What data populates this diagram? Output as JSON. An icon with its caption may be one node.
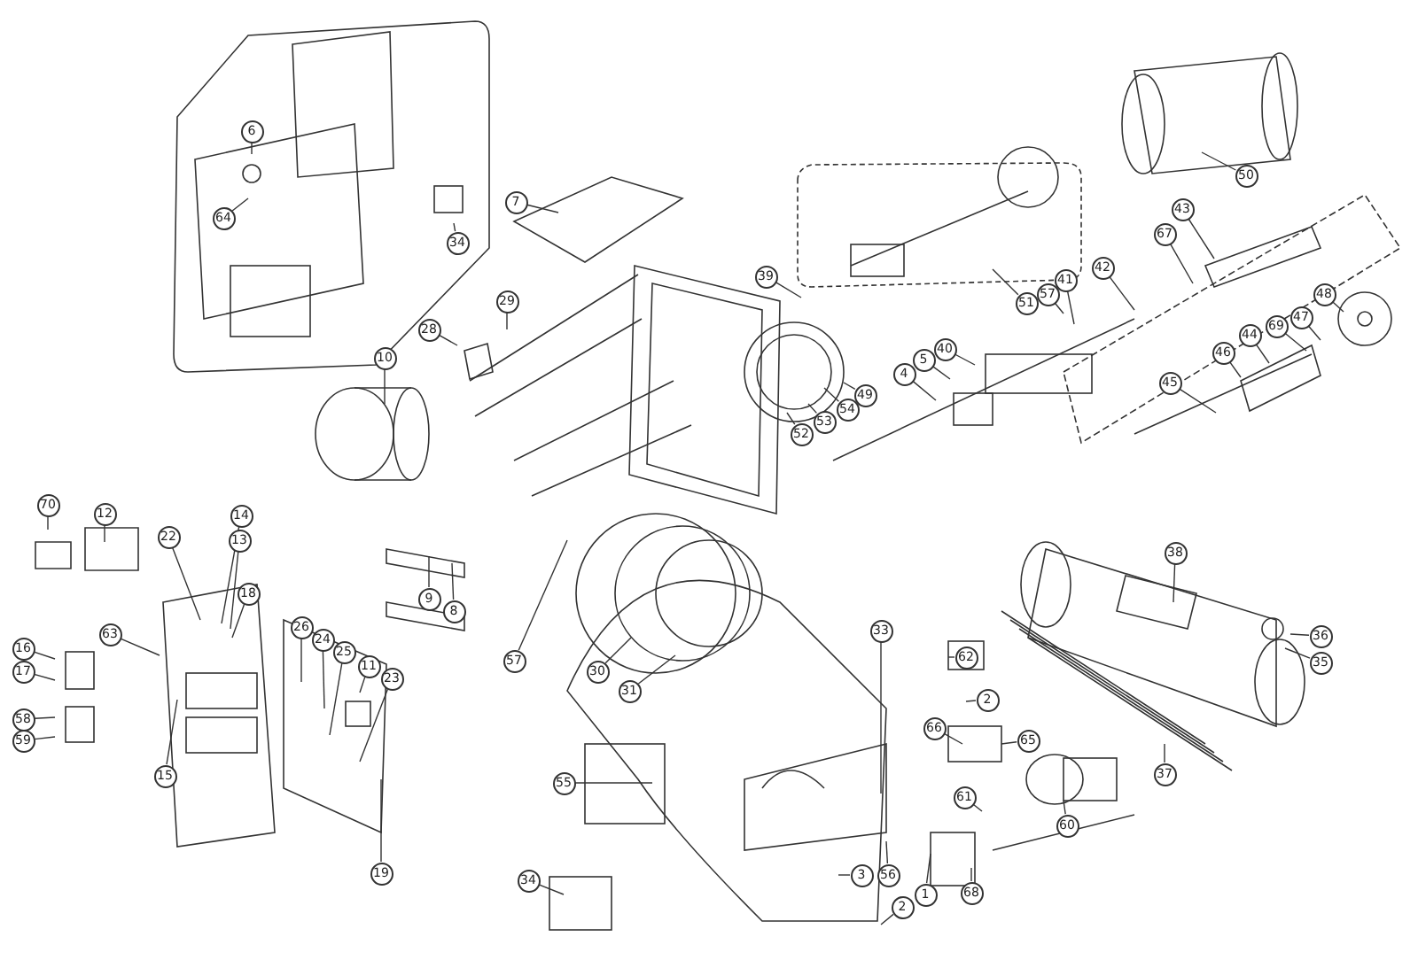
{
  "diagram": {
    "nodes": [
      {
        "text": [
          "6"
        ]
      },
      {
        "text": [
          "64"
        ]
      },
      {
        "text": [
          "34"
        ]
      },
      {
        "text": [
          "7"
        ]
      },
      {
        "text": [
          "50"
        ]
      },
      {
        "text": [
          "43"
        ]
      },
      {
        "text": [
          "67"
        ]
      },
      {
        "text": [
          "39"
        ]
      },
      {
        "text": [
          "51"
        ]
      },
      {
        "text": [
          "57"
        ]
      },
      {
        "text": [
          "41"
        ]
      },
      {
        "text": [
          "42"
        ]
      },
      {
        "text": [
          "29"
        ]
      },
      {
        "text": [
          "28"
        ]
      },
      {
        "text": [
          "48"
        ]
      },
      {
        "text": [
          "47"
        ]
      },
      {
        "text": [
          "69"
        ]
      },
      {
        "text": [
          "44"
        ]
      },
      {
        "text": [
          "46"
        ]
      },
      {
        "text": [
          "4"
        ]
      },
      {
        "text": [
          "5"
        ]
      },
      {
        "text": [
          "40"
        ]
      },
      {
        "text": [
          "10"
        ]
      },
      {
        "text": [
          "45"
        ]
      },
      {
        "text": [
          "49"
        ]
      },
      {
        "text": [
          "54"
        ]
      },
      {
        "text": [
          "53"
        ]
      },
      {
        "text": [
          "52"
        ]
      },
      {
        "text": [
          "70"
        ]
      },
      {
        "text": [
          "12"
        ]
      },
      {
        "text": [
          "14"
        ]
      },
      {
        "text": [
          "22"
        ]
      },
      {
        "text": [
          "13"
        ]
      },
      {
        "text": [
          "18"
        ]
      },
      {
        "text": [
          "9"
        ]
      },
      {
        "text": [
          "8"
        ]
      },
      {
        "text": [
          "26"
        ]
      },
      {
        "text": [
          "63"
        ]
      },
      {
        "text": [
          "24"
        ]
      },
      {
        "text": [
          "16"
        ]
      },
      {
        "text": [
          "25"
        ]
      },
      {
        "text": [
          "57"
        ]
      },
      {
        "text": [
          "11"
        ]
      },
      {
        "text": [
          "23"
        ]
      },
      {
        "text": [
          "30"
        ]
      },
      {
        "text": [
          "17"
        ]
      },
      {
        "text": [
          "31"
        ]
      },
      {
        "text": [
          "58"
        ]
      },
      {
        "text": [
          "59"
        ]
      },
      {
        "text": [
          "15"
        ]
      },
      {
        "text": [
          "55"
        ]
      },
      {
        "text": [
          "19"
        ]
      },
      {
        "text": [
          "34"
        ]
      },
      {
        "text": [
          "38"
        ]
      },
      {
        "text": [
          "36"
        ]
      },
      {
        "text": [
          "35"
        ]
      },
      {
        "text": [
          "33"
        ]
      },
      {
        "text": [
          "62"
        ]
      },
      {
        "text": [
          "2"
        ]
      },
      {
        "text": [
          "66"
        ]
      },
      {
        "text": [
          "65"
        ]
      },
      {
        "text": [
          "37"
        ]
      },
      {
        "text": [
          "61"
        ]
      },
      {
        "text": [
          "60"
        ]
      },
      {
        "text": [
          "3"
        ]
      },
      {
        "text": [
          "56"
        ]
      },
      {
        "text": [
          "68"
        ]
      },
      {
        "text": [
          "1"
        ]
      },
      {
        "text": [
          "2"
        ]
      }
    ],
    "edges": [
      {
        "from": 0,
        "to": null,
        "arrow": "none"
      },
      {
        "from": 1,
        "to": null,
        "arrow": "none"
      },
      {
        "from": 2,
        "to": null,
        "arrow": "none"
      },
      {
        "from": 3,
        "to": null,
        "arrow": "none"
      },
      {
        "from": 4,
        "to": null,
        "arrow": "none"
      },
      {
        "from": 5,
        "to": null,
        "arrow": "none"
      },
      {
        "from": 6,
        "to": null,
        "arrow": "none"
      },
      {
        "from": 7,
        "to": null,
        "arrow": "none"
      },
      {
        "from": 8,
        "to": null,
        "arrow": "none"
      },
      {
        "from": 9,
        "to": null,
        "arrow": "none"
      },
      {
        "from": 10,
        "to": null,
        "arrow": "none"
      },
      {
        "from": 11,
        "to": null,
        "arrow": "none"
      },
      {
        "from": 12,
        "to": null,
        "arrow": "none"
      },
      {
        "from": 13,
        "to": null,
        "arrow": "none"
      },
      {
        "from": 14,
        "to": null,
        "arrow": "none"
      },
      {
        "from": 15,
        "to": null,
        "arrow": "none"
      },
      {
        "from": 16,
        "to": null,
        "arrow": "none"
      },
      {
        "from": 17,
        "to": null,
        "arrow": "none"
      },
      {
        "from": 18,
        "to": null,
        "arrow": "none"
      },
      {
        "from": 19,
        "to": null,
        "arrow": "none"
      },
      {
        "from": 20,
        "to": null,
        "arrow": "none"
      },
      {
        "from": 21,
        "to": null,
        "arrow": "none"
      },
      {
        "from": 22,
        "to": null,
        "arrow": "none"
      },
      {
        "from": 23,
        "to": null,
        "arrow": "none"
      },
      {
        "from": 24,
        "to": null,
        "arrow": "none"
      },
      {
        "from": 25,
        "to": null,
        "arrow": "none"
      },
      {
        "from": 26,
        "to": null,
        "arrow": "none"
      },
      {
        "from": 27,
        "to": null,
        "arrow": "none"
      },
      {
        "from": 28,
        "to": null,
        "arrow": "none"
      },
      {
        "from": 29,
        "to": null,
        "arrow": "none"
      },
      {
        "from": 30,
        "to": null,
        "arrow": "none"
      },
      {
        "from": 31,
        "to": null,
        "arrow": "none"
      },
      {
        "from": 32,
        "to": null,
        "arrow": "none"
      },
      {
        "from": 33,
        "to": null,
        "arrow": "none"
      },
      {
        "from": 34,
        "to": null,
        "arrow": "none"
      },
      {
        "from": 35,
        "to": null,
        "arrow": "none"
      },
      {
        "from": 36,
        "to": null,
        "arrow": "none"
      },
      {
        "from": 37,
        "to": null,
        "arrow": "none"
      },
      {
        "from": 38,
        "to": null,
        "arrow": "none"
      },
      {
        "from": 39,
        "to": null,
        "arrow": "none"
      },
      {
        "from": 40,
        "to": null,
        "arrow": "none"
      },
      {
        "from": 41,
        "to": null,
        "arrow": "none"
      },
      {
        "from": 42,
        "to": null,
        "arrow": "none"
      },
      {
        "from": 43,
        "to": null,
        "arrow": "none"
      },
      {
        "from": 44,
        "to": null,
        "arrow": "none"
      },
      {
        "from": 45,
        "to": null,
        "arrow": "none"
      },
      {
        "from": 46,
        "to": null,
        "arrow": "none"
      },
      {
        "from": 47,
        "to": null,
        "arrow": "none"
      },
      {
        "from": 48,
        "to": null,
        "arrow": "none"
      },
      {
        "from": 49,
        "to": null,
        "arrow": "none"
      },
      {
        "from": 50,
        "to": null,
        "arrow": "none"
      },
      {
        "from": 51,
        "to": null,
        "arrow": "none"
      },
      {
        "from": 52,
        "to": null,
        "arrow": "none"
      },
      {
        "from": 53,
        "to": null,
        "arrow": "none"
      },
      {
        "from": 54,
        "to": null,
        "arrow": "none"
      },
      {
        "from": 55,
        "to": null,
        "arrow": "none"
      },
      {
        "from": 56,
        "to": null,
        "arrow": "none"
      },
      {
        "from": 57,
        "to": null,
        "arrow": "none"
      },
      {
        "from": 58,
        "to": null,
        "arrow": "none"
      },
      {
        "from": 59,
        "to": null,
        "arrow": "none"
      },
      {
        "from": 60,
        "to": null,
        "arrow": "none"
      },
      {
        "from": 61,
        "to": null,
        "arrow": "none"
      },
      {
        "from": 62,
        "to": null,
        "arrow": "none"
      },
      {
        "from": 63,
        "to": null,
        "arrow": "none"
      },
      {
        "from": 64,
        "to": null,
        "arrow": "none"
      },
      {
        "from": 65,
        "to": null,
        "arrow": "none"
      },
      {
        "from": 66,
        "to": null,
        "arrow": "none"
      },
      {
        "from": 67,
        "to": null,
        "arrow": "none"
      },
      {
        "from": 68,
        "to": null,
        "arrow": "none"
      }
    ]
  }
}
